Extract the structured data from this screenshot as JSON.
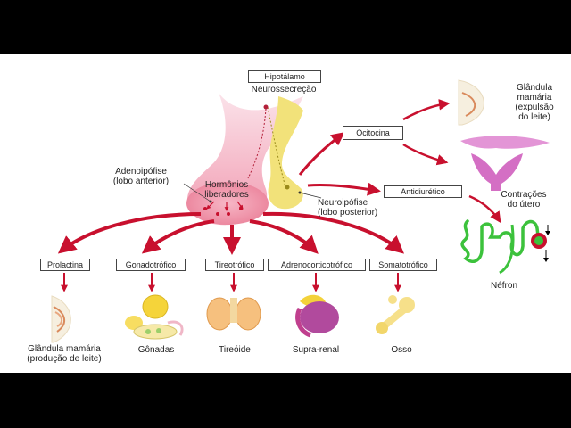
{
  "hypothalamus": {
    "box": "Hipotálamo",
    "sub": "Neurossecreção"
  },
  "adenohypophysis": {
    "line1": "Adenoipófise",
    "line2": "(lobo anterior)"
  },
  "releasing_hormones": {
    "line1": "Hormônios",
    "line2": "liberadores"
  },
  "neurohypophysis": {
    "line1": "Neuroipófise",
    "line2": "(lobo posterior)"
  },
  "posterior_hormones": {
    "ocitocina": "Ocitocina",
    "antidiuretico": "Antidiurético"
  },
  "posterior_targets": {
    "mammary": {
      "line1": "Glândula",
      "line2": "mamária",
      "line3": "(expulsão",
      "line4": "do leite)"
    },
    "uterus": {
      "line1": "Contrações",
      "line2": "do útero"
    },
    "nephron": "Néfron"
  },
  "anterior_hormones": [
    "Prolactina",
    "Gonadotrófico",
    "Tireotrófico",
    "Adrenocorticotrófico",
    "Somatotrófico"
  ],
  "anterior_targets": {
    "mammary": {
      "line1": "Glândula mamária",
      "line2": "(produção de leite)"
    },
    "gonads": "Gônadas",
    "thyroid": "Tireóide",
    "adrenal": "Supra-renal",
    "bone": "Osso"
  },
  "colors": {
    "arrow": "#c8102e",
    "gland_pink": "#f4a6b8",
    "neuro_yellow": "#f2e27a",
    "nephron_green": "#3cc23c"
  }
}
